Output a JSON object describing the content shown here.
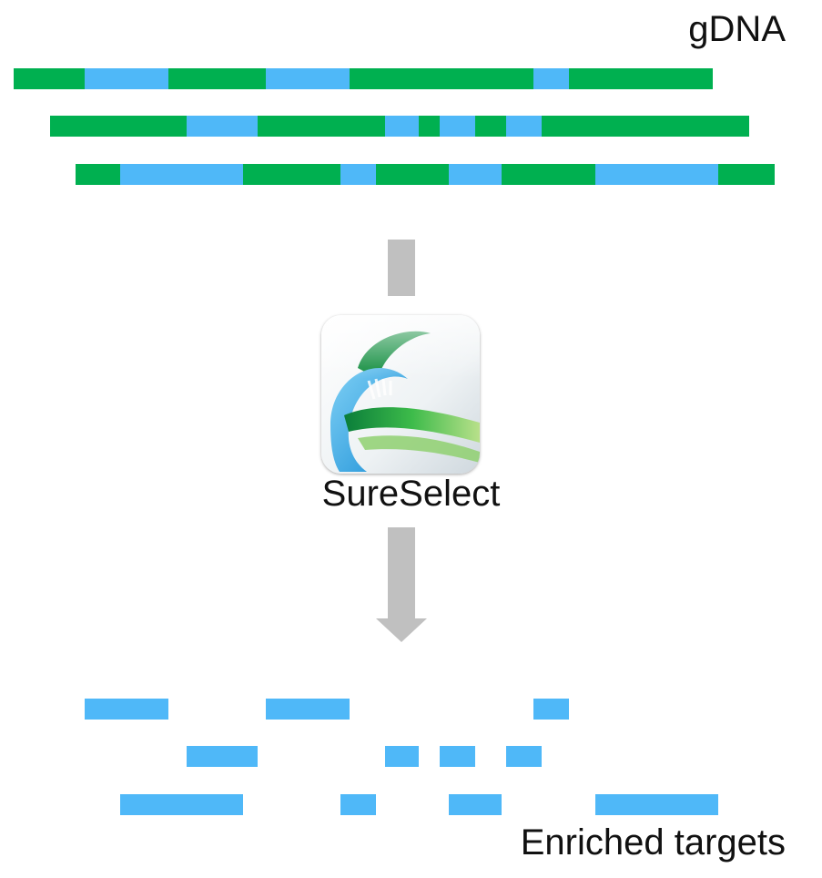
{
  "labels": {
    "source": "gDNA",
    "tool": "SureSelect",
    "result": "Enriched targets"
  },
  "colors": {
    "dna": "#00b050",
    "target": "#4fb8f8",
    "arrow": "#c0c0c0"
  },
  "icon": {
    "name": "sureselect-dna-helix-icon"
  }
}
